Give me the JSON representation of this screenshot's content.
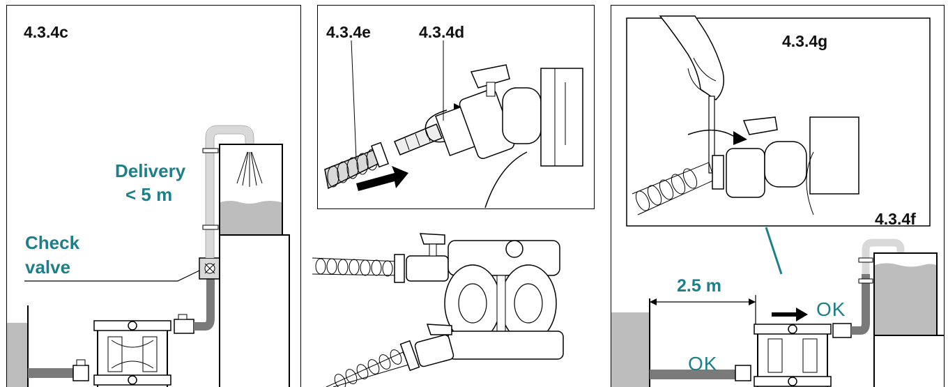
{
  "panel_c": {
    "label": "4.3.4c",
    "delivery_line1": "Delivery",
    "delivery_line2": "< 5 m",
    "check_line1": "Check",
    "check_line2": "valve"
  },
  "panel_top_middle": {
    "label_e": "4.3.4e",
    "label_d": "4.3.4d"
  },
  "panel_right": {
    "label_g": "4.3.4g",
    "label_f": "4.3.4f",
    "distance": "2.5 m",
    "ok_upper": "OK",
    "ok_lower": "OK"
  },
  "colors": {
    "teal": "#1e7f88",
    "liquid": "#bdbdbd",
    "hose": "#7a7a7a",
    "pipe": "#d9d9d9"
  }
}
